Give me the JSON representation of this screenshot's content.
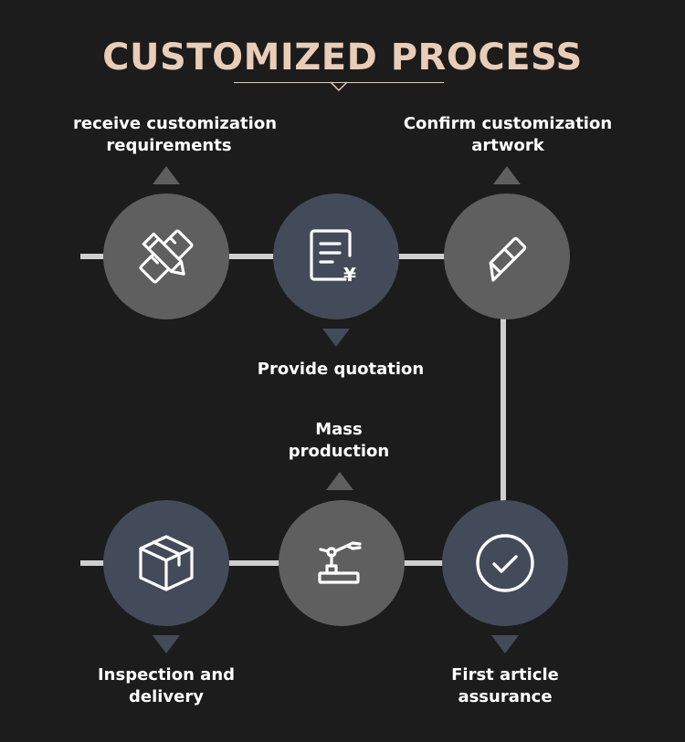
{
  "title": "CUSTOMIZED PROCESS",
  "colors": {
    "background": "#1c1c1c",
    "title": "#e9cdb7",
    "circle_grey": "#5f5f5f",
    "circle_blue": "#434b5a",
    "connector": "#cfcfcf",
    "text": "#ffffff"
  },
  "steps": [
    {
      "label_line1": "receive customization",
      "label_line2": "requirements",
      "icon": "ruler-pencil-icon",
      "color": "grey"
    },
    {
      "label_line1": "Provide quotation",
      "label_line2": "",
      "icon": "quotation-document-icon",
      "color": "blue"
    },
    {
      "label_line1": "Confirm customization",
      "label_line2": "artwork",
      "icon": "utility-knife-icon",
      "color": "grey"
    },
    {
      "label_line1": "First article",
      "label_line2": "assurance",
      "icon": "check-circle-icon",
      "color": "blue"
    },
    {
      "label_line1": "Mass",
      "label_line2": "production",
      "icon": "robotic-arm-icon",
      "color": "grey"
    },
    {
      "label_line1": "Inspection and",
      "label_line2": "delivery",
      "icon": "package-box-icon",
      "color": "blue"
    }
  ]
}
